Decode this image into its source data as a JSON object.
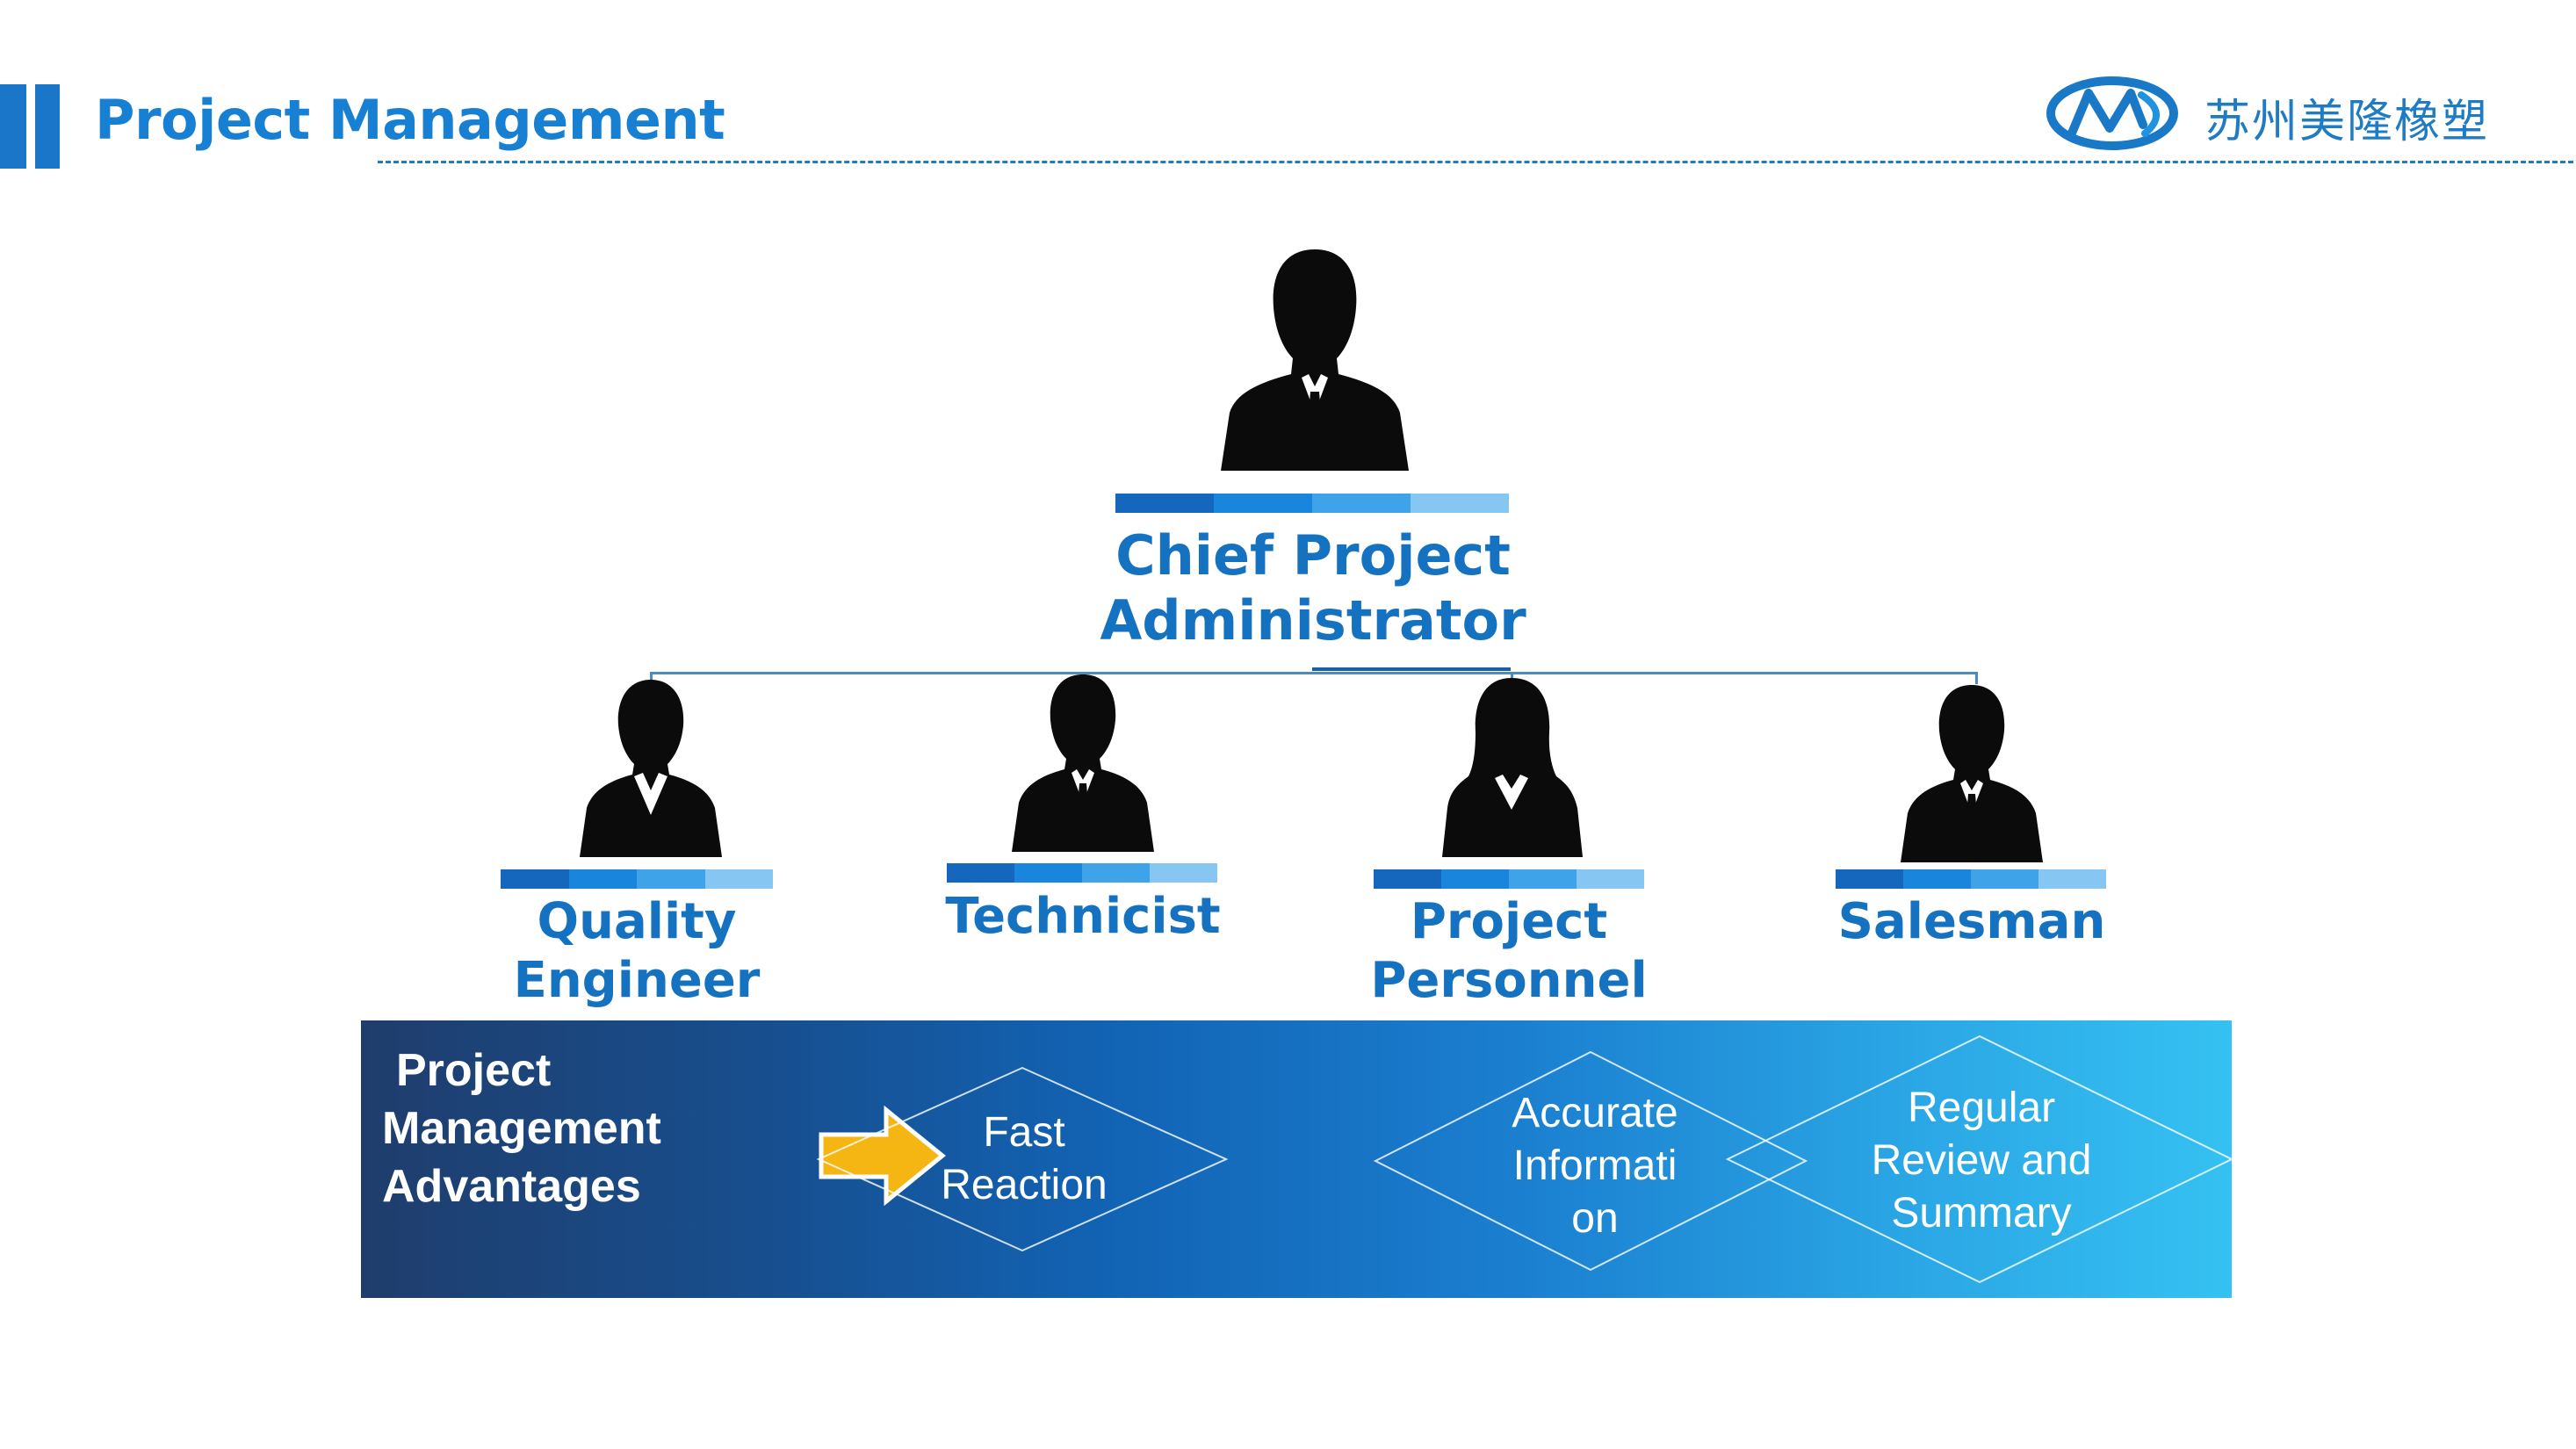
{
  "header": {
    "title": "Project Management",
    "company": "苏州美隆橡塑",
    "logo_icon": "m-logo-icon",
    "accent_color": "#1780d2"
  },
  "org_chart": {
    "root": {
      "title_line1": "Chief Project",
      "title_line2": "Administrator"
    },
    "members": [
      {
        "line1": "Quality",
        "line2": "Engineer",
        "icon": "businesswoman-icon"
      },
      {
        "line1": "Technicist",
        "line2": "",
        "icon": "businessman-icon"
      },
      {
        "line1": "Project",
        "line2": "Personnel",
        "icon": "businesswoman-icon"
      },
      {
        "line1": "Salesman",
        "line2": "",
        "icon": "businessman-icon"
      }
    ]
  },
  "advantages": {
    "title_line1": "Project",
    "title_line2": "Management",
    "title_line3": "Advantages",
    "items": [
      {
        "line1": "Fast",
        "line2": "Reaction",
        "line3": ""
      },
      {
        "line1": "Accurate",
        "line2": "Informati",
        "line3": "on"
      },
      {
        "line1": "Regular",
        "line2": "Review and",
        "line3": "Summary"
      }
    ],
    "arrow_color": "#f5b614"
  }
}
